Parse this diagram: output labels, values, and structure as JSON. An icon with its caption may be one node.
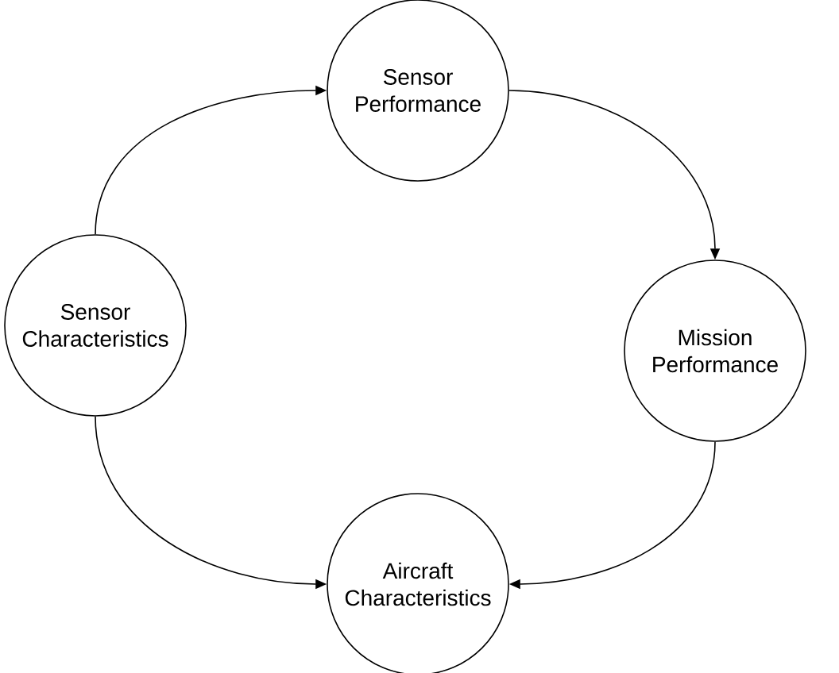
{
  "diagram": {
    "nodes": [
      {
        "text": [
          "Sensor Performance"
        ]
      },
      {
        "text": [
          "Sensor Characteristics"
        ]
      },
      {
        "text": [
          "Mission Performance"
        ]
      },
      {
        "text": [
          "Aircraft Characteristics"
        ]
      }
    ],
    "edges": [
      {
        "from": 1,
        "to": 0,
        "arrow": "to"
      },
      {
        "from": 0,
        "to": 2,
        "arrow": "to"
      },
      {
        "from": 2,
        "to": 3,
        "arrow": "to"
      },
      {
        "from": 1,
        "to": 3,
        "arrow": "to"
      }
    ]
  }
}
